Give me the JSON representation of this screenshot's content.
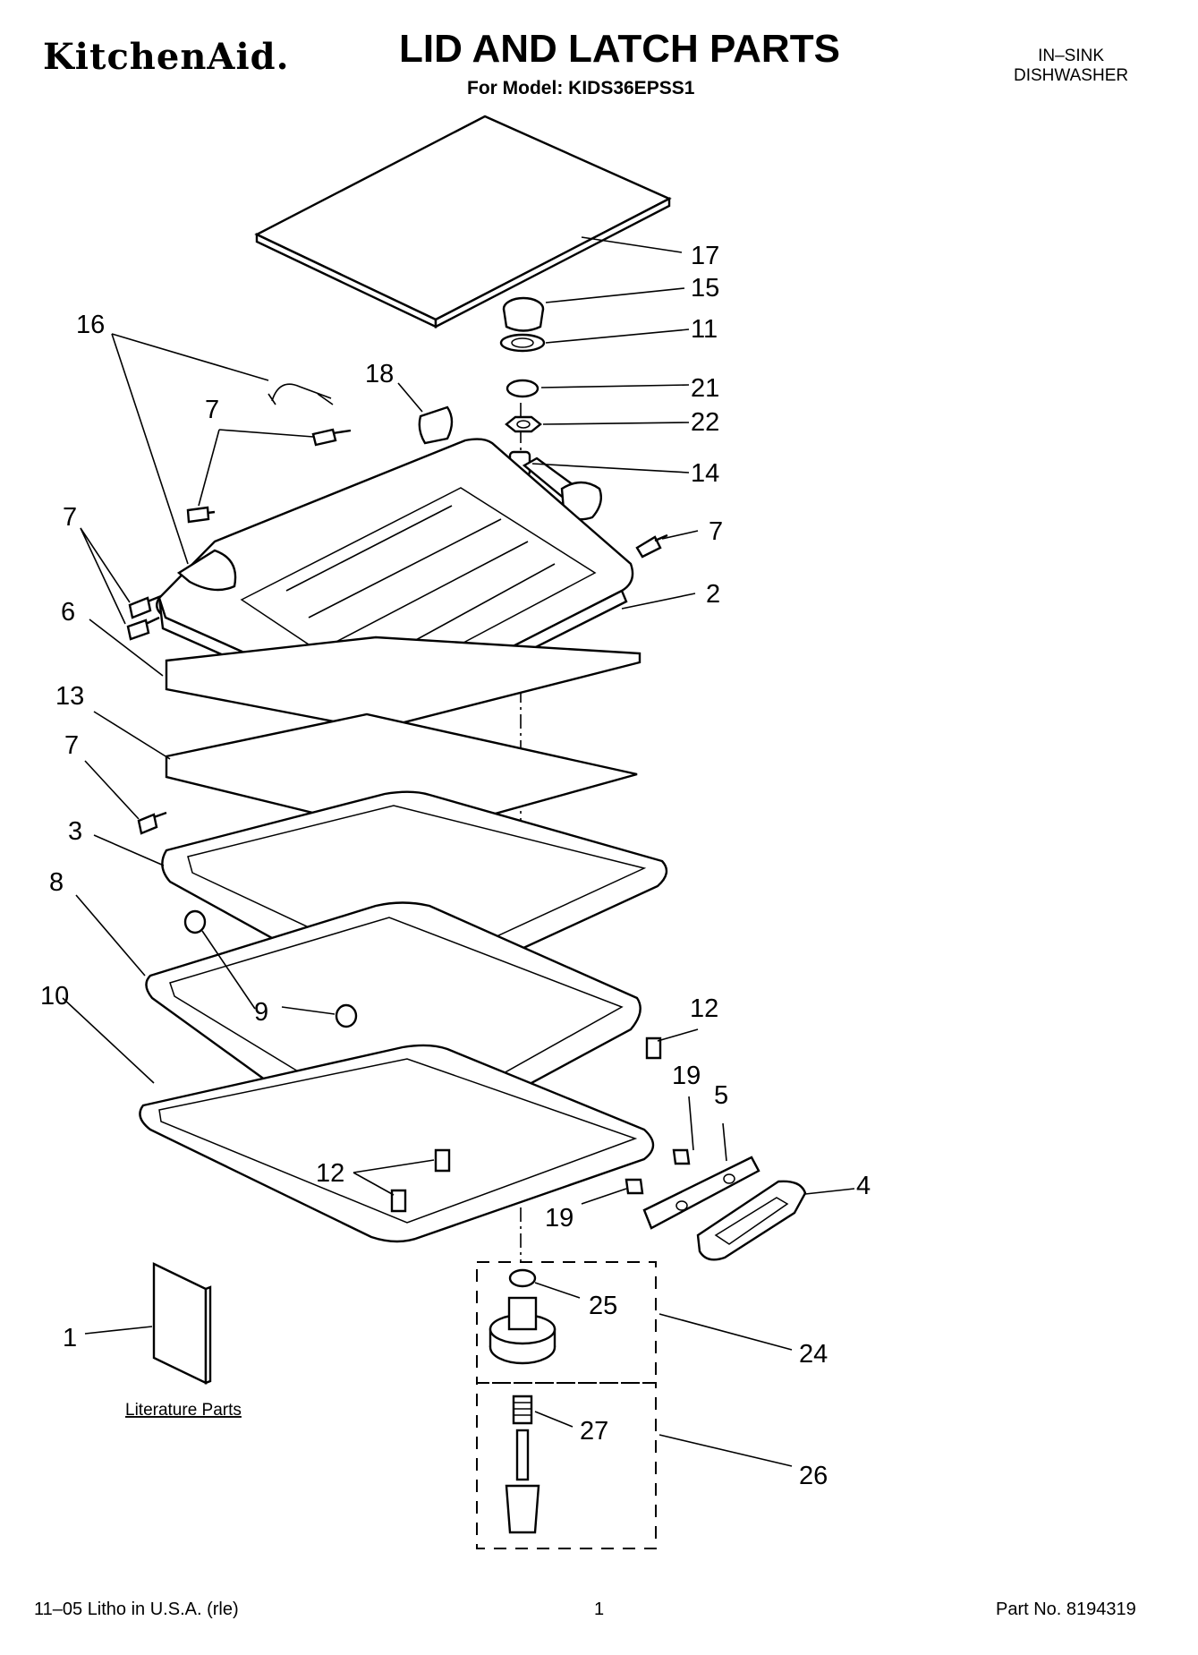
{
  "header": {
    "brand": "KitchenAid.",
    "title": "LID AND LATCH PARTS",
    "model": "For Model: KIDS36EPSS1",
    "category_line1": "IN–SINK",
    "category_line2": "DISHWASHER"
  },
  "callouts": [
    "1",
    "2",
    "3",
    "4",
    "5",
    "6",
    "7",
    "8",
    "9",
    "10",
    "11",
    "12",
    "13",
    "14",
    "15",
    "16",
    "17",
    "18",
    "19",
    "21",
    "22",
    "24",
    "25",
    "26",
    "27"
  ],
  "literature_label": "Literature Parts",
  "footer": {
    "litho": "11–05 Litho in U.S.A. (rle)",
    "page": "1",
    "part_no": "Part No. 8194319"
  }
}
